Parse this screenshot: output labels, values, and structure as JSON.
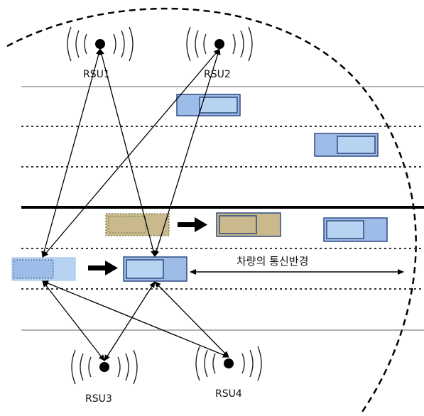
{
  "labels": {
    "rsu1": "RSU1",
    "rsu2": "RSU2",
    "rsu3": "RSU3",
    "rsu4": "RSU4",
    "range": "차량의 통신반경"
  },
  "colors": {
    "vehicle_fill": "#9dbde8",
    "vehicle_stroke": "#2e4b80",
    "vehicle_cabin": "#b8d2f2",
    "ghost_fill": "#c9b98c",
    "ghost_stroke": "#7a8a5a",
    "line": "#000000",
    "lane_line": "#555555"
  }
}
